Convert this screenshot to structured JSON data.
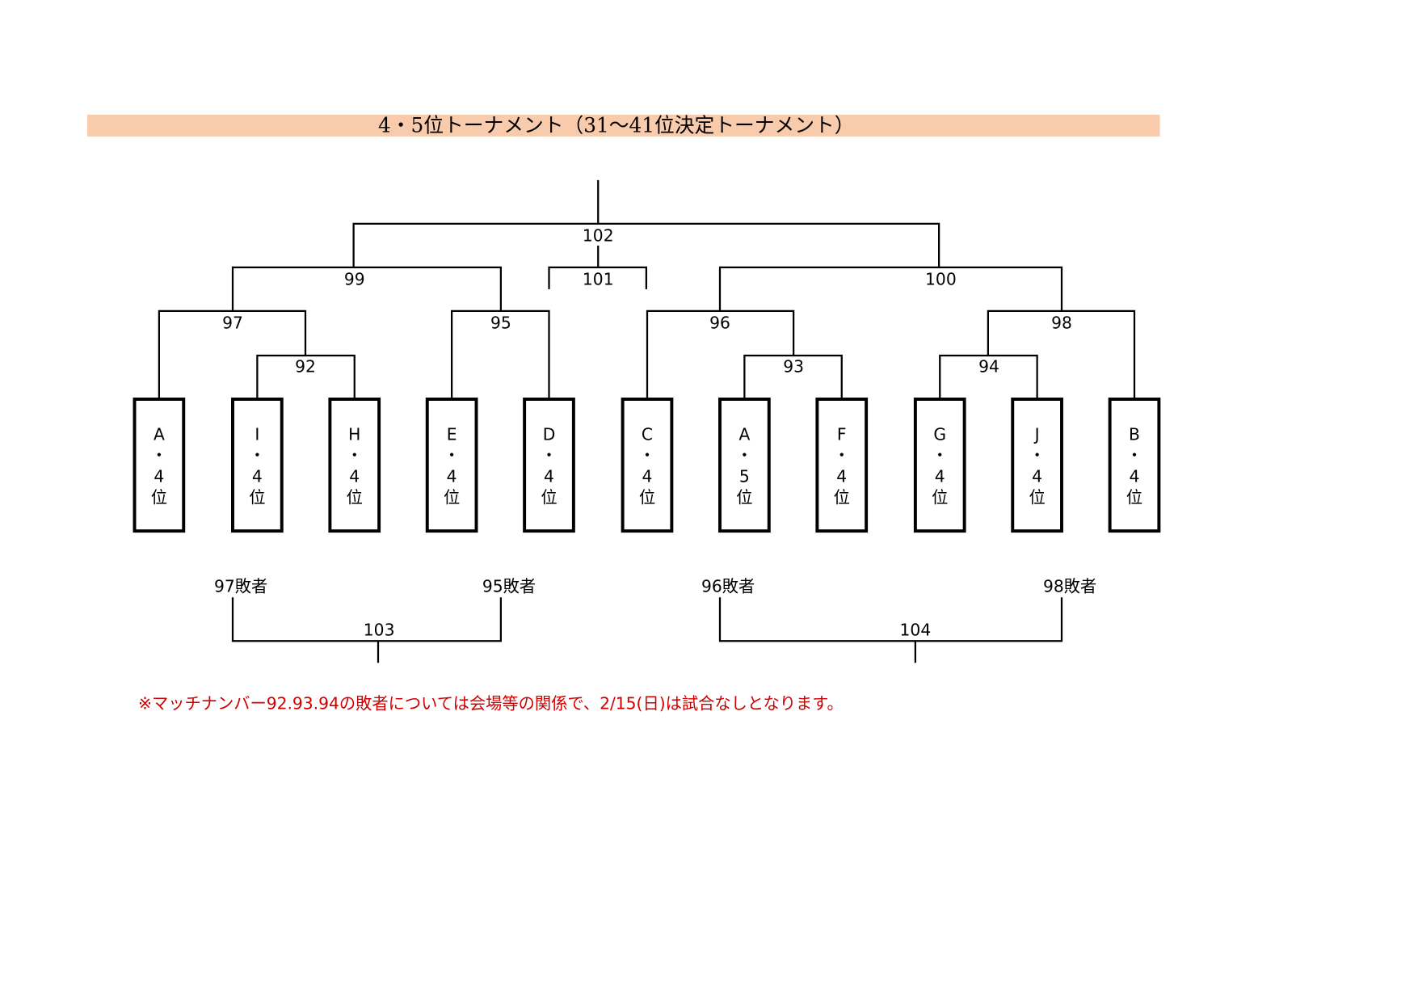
{
  "title": "4・5位トーナメント（31〜41位決定トーナメント）",
  "colors": {
    "title_band": "#f8cbad",
    "note": "#d00000"
  },
  "matches": {
    "m92": "92",
    "m93": "93",
    "m94": "94",
    "m95": "95",
    "m96": "96",
    "m97": "97",
    "m98": "98",
    "m99": "99",
    "m100": "100",
    "m101": "101",
    "m102": "102",
    "m103": "103",
    "m104": "104"
  },
  "teams": [
    {
      "lines": [
        "A",
        "・",
        "4",
        "位"
      ]
    },
    {
      "lines": [
        "I",
        "・",
        "4",
        "位"
      ]
    },
    {
      "lines": [
        "H",
        "・",
        "4",
        "位"
      ]
    },
    {
      "lines": [
        "E",
        "・",
        "4",
        "位"
      ]
    },
    {
      "lines": [
        "D",
        "・",
        "4",
        "位"
      ]
    },
    {
      "lines": [
        "C",
        "・",
        "4",
        "位"
      ]
    },
    {
      "lines": [
        "A",
        "・",
        "5",
        "位"
      ]
    },
    {
      "lines": [
        "F",
        "・",
        "4",
        "位"
      ]
    },
    {
      "lines": [
        "G",
        "・",
        "4",
        "位"
      ]
    },
    {
      "lines": [
        "J",
        "・",
        "4",
        "位"
      ]
    },
    {
      "lines": [
        "B",
        "・",
        "4",
        "位"
      ]
    }
  ],
  "losers": {
    "l97": "97敗者",
    "l95": "95敗者",
    "l96": "96敗者",
    "l98": "98敗者"
  },
  "note": "※マッチナンバー92.93.94の敗者については会場等の関係で、2/15(日)は試合なしとなります。"
}
